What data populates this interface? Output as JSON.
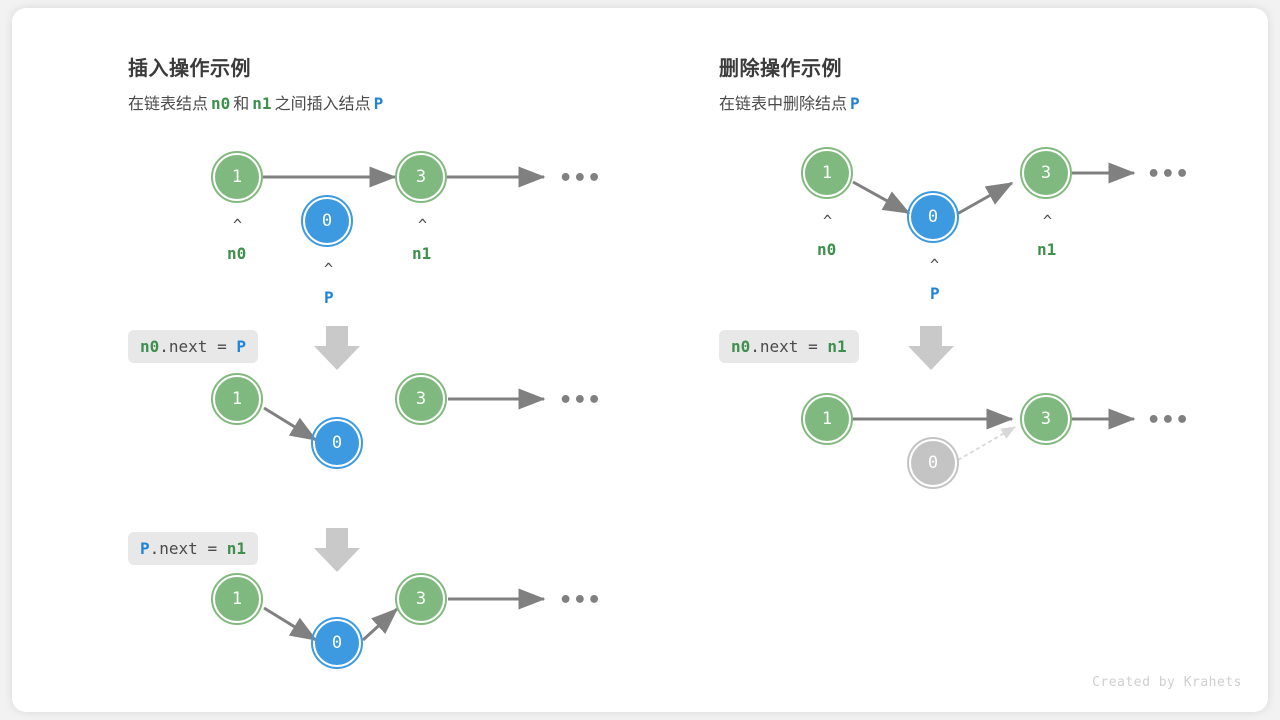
{
  "watermark": "Created by Krahets",
  "colors": {
    "node_green_fill": "#7fb97f",
    "node_green_ring": "#83b97f",
    "node_blue_fill": "#3d9ae0",
    "node_blue_ring": "#3d9ae0",
    "node_gray_fill": "#c4c4c4",
    "node_gray_ring": "#c4c4c4",
    "arrow_gray": "#808080",
    "chip_bg": "#e8e8e8",
    "label_green": "#3f8f4f",
    "label_blue": "#1f84d6",
    "card_bg": "#ffffff",
    "page_bg": "#f2f2f2"
  },
  "panels": [
    {
      "id": "insert",
      "title": "插入操作示例",
      "subtitle": {
        "part1": "在链表结点",
        "code1": "n0",
        "part2": "和",
        "code2": "n1",
        "part3": "之间插入结点",
        "code3": "P"
      },
      "steps": [
        {
          "id": "insert-step-0",
          "chip": null,
          "nodes": [
            {
              "name": "node-n0",
              "value": "1",
              "style": "green"
            },
            {
              "name": "node-p",
              "value": "0",
              "style": "blue"
            },
            {
              "name": "node-n1",
              "value": "3",
              "style": "green"
            }
          ],
          "pointers": [
            {
              "caret": "^",
              "label": "n0",
              "style": "green"
            },
            {
              "caret": "^",
              "label": "n1",
              "style": "green"
            },
            {
              "caret": "^",
              "label": "P",
              "style": "blue"
            }
          ],
          "dots": "•••"
        },
        {
          "id": "insert-step-1",
          "chip": {
            "pre": "n0",
            "pre_style": "g",
            "mid": ".next = ",
            "post": "P",
            "post_style": "b",
            "text": "n0.next = P"
          },
          "nodes": [
            {
              "name": "node-n0",
              "value": "1",
              "style": "green"
            },
            {
              "name": "node-p",
              "value": "0",
              "style": "blue"
            },
            {
              "name": "node-n1",
              "value": "3",
              "style": "green"
            }
          ],
          "pointers": [],
          "dots": "•••"
        },
        {
          "id": "insert-step-2",
          "chip": {
            "pre": "P",
            "pre_style": "b",
            "mid": ".next = ",
            "post": "n1",
            "post_style": "g",
            "text": "P.next = n1"
          },
          "nodes": [
            {
              "name": "node-n0",
              "value": "1",
              "style": "green"
            },
            {
              "name": "node-p",
              "value": "0",
              "style": "blue"
            },
            {
              "name": "node-n1",
              "value": "3",
              "style": "green"
            }
          ],
          "pointers": [],
          "dots": "•••"
        }
      ]
    },
    {
      "id": "delete",
      "title": "删除操作示例",
      "subtitle": {
        "part1": "在链表中删除结点",
        "code1": "P",
        "part2": "",
        "code2": "",
        "part3": "",
        "code3": ""
      },
      "steps": [
        {
          "id": "delete-step-0",
          "chip": null,
          "nodes": [
            {
              "name": "node-n0",
              "value": "1",
              "style": "green"
            },
            {
              "name": "node-p",
              "value": "0",
              "style": "blue"
            },
            {
              "name": "node-n1",
              "value": "3",
              "style": "green"
            }
          ],
          "pointers": [
            {
              "caret": "^",
              "label": "n0",
              "style": "green"
            },
            {
              "caret": "^",
              "label": "n1",
              "style": "green"
            },
            {
              "caret": "^",
              "label": "P",
              "style": "blue"
            }
          ],
          "dots": "•••"
        },
        {
          "id": "delete-step-1",
          "chip": {
            "pre": "n0",
            "pre_style": "g",
            "mid": ".next = ",
            "post": "n1",
            "post_style": "g",
            "text": "n0.next = n1"
          },
          "nodes": [
            {
              "name": "node-n0",
              "value": "1",
              "style": "green"
            },
            {
              "name": "node-p",
              "value": "0",
              "style": "gray"
            },
            {
              "name": "node-n1",
              "value": "3",
              "style": "green"
            }
          ],
          "pointers": [],
          "dots": "•••"
        }
      ]
    }
  ]
}
